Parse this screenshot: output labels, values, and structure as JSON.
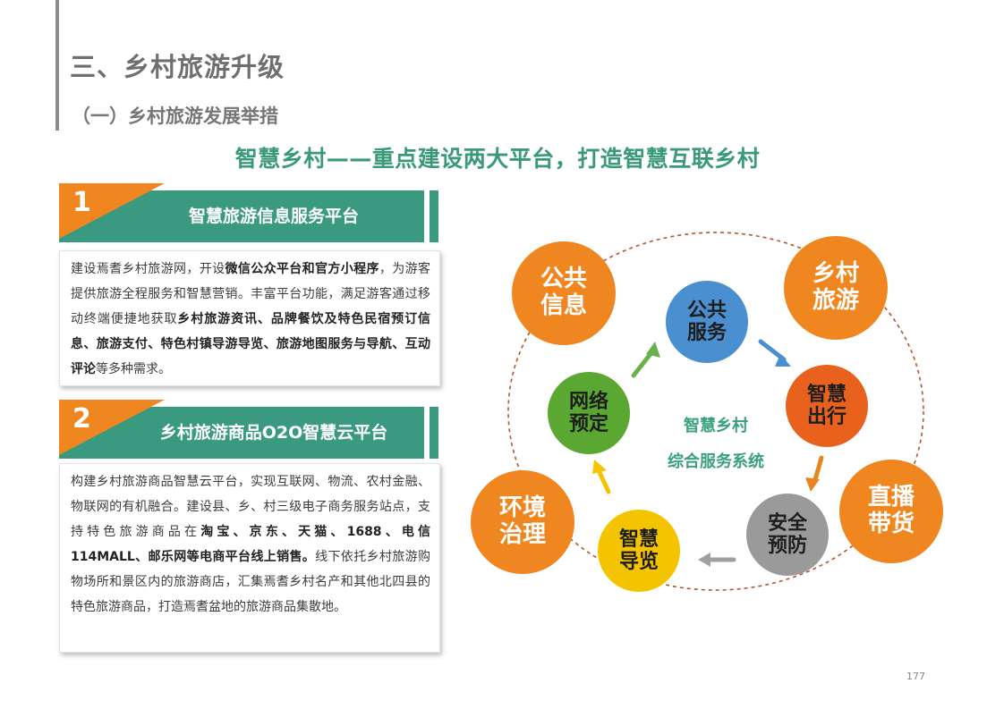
{
  "header": {
    "main_title": "三、乡村旅游升级",
    "sub_title": "（一）乡村旅游发展举措",
    "headline": "智慧乡村——重点建设两大平台，打造智慧互联乡村"
  },
  "sections": [
    {
      "number": "1",
      "title": "智慧旅游信息服务平台",
      "parts": [
        "建设焉耆乡村旅游网，开设",
        "微信公众平台和官方小程序",
        "，为游客提供旅游全程服务和智慧营销。丰富平台功能，满足游客通过移动终端便捷地获取",
        "乡村旅游资讯、品牌餐饮及特色民宿预订信息、旅游支付、特色村镇导游导览、旅游地图服务与导航、互动评论",
        "等多种需求。"
      ]
    },
    {
      "number": "2",
      "title": "乡村旅游商品O2O智慧云平台",
      "parts": [
        "构建乡村旅游商品智慧云平台，实现互联网、物流、农村金融、物联网的有机融合。建设县、乡、村三级电子商务服务站点，支持特色旅游商品在",
        "淘宝、京东、天猫、1688、电信114MALL、邮乐网等电商平台线上销售。",
        "线下依托乡村旅游购物场所和景区内的旅游商店，汇集焉耆乡村名产和其他北四县的特色旅游商品，打造焉耆盆地的旅游商品集散地。"
      ]
    }
  ],
  "diagram": {
    "center_line1": "智慧乡村",
    "center_line2": "综合服务系统",
    "outer": [
      {
        "label": "公共\n信息"
      },
      {
        "label": "乡村\n旅游"
      },
      {
        "label": "直播\n带货"
      },
      {
        "label": "环境\n治理"
      }
    ],
    "inner": [
      {
        "label": "公共\n服务",
        "color": "#4a90d0"
      },
      {
        "label": "智慧\n出行",
        "color": "#e8621e"
      },
      {
        "label": "安全\n预防",
        "color": "#9a9a9a"
      },
      {
        "label": "智慧\n导览",
        "color": "#f4c400"
      },
      {
        "label": "网络\n预定",
        "color": "#5aa832"
      }
    ]
  },
  "page_number": "177"
}
